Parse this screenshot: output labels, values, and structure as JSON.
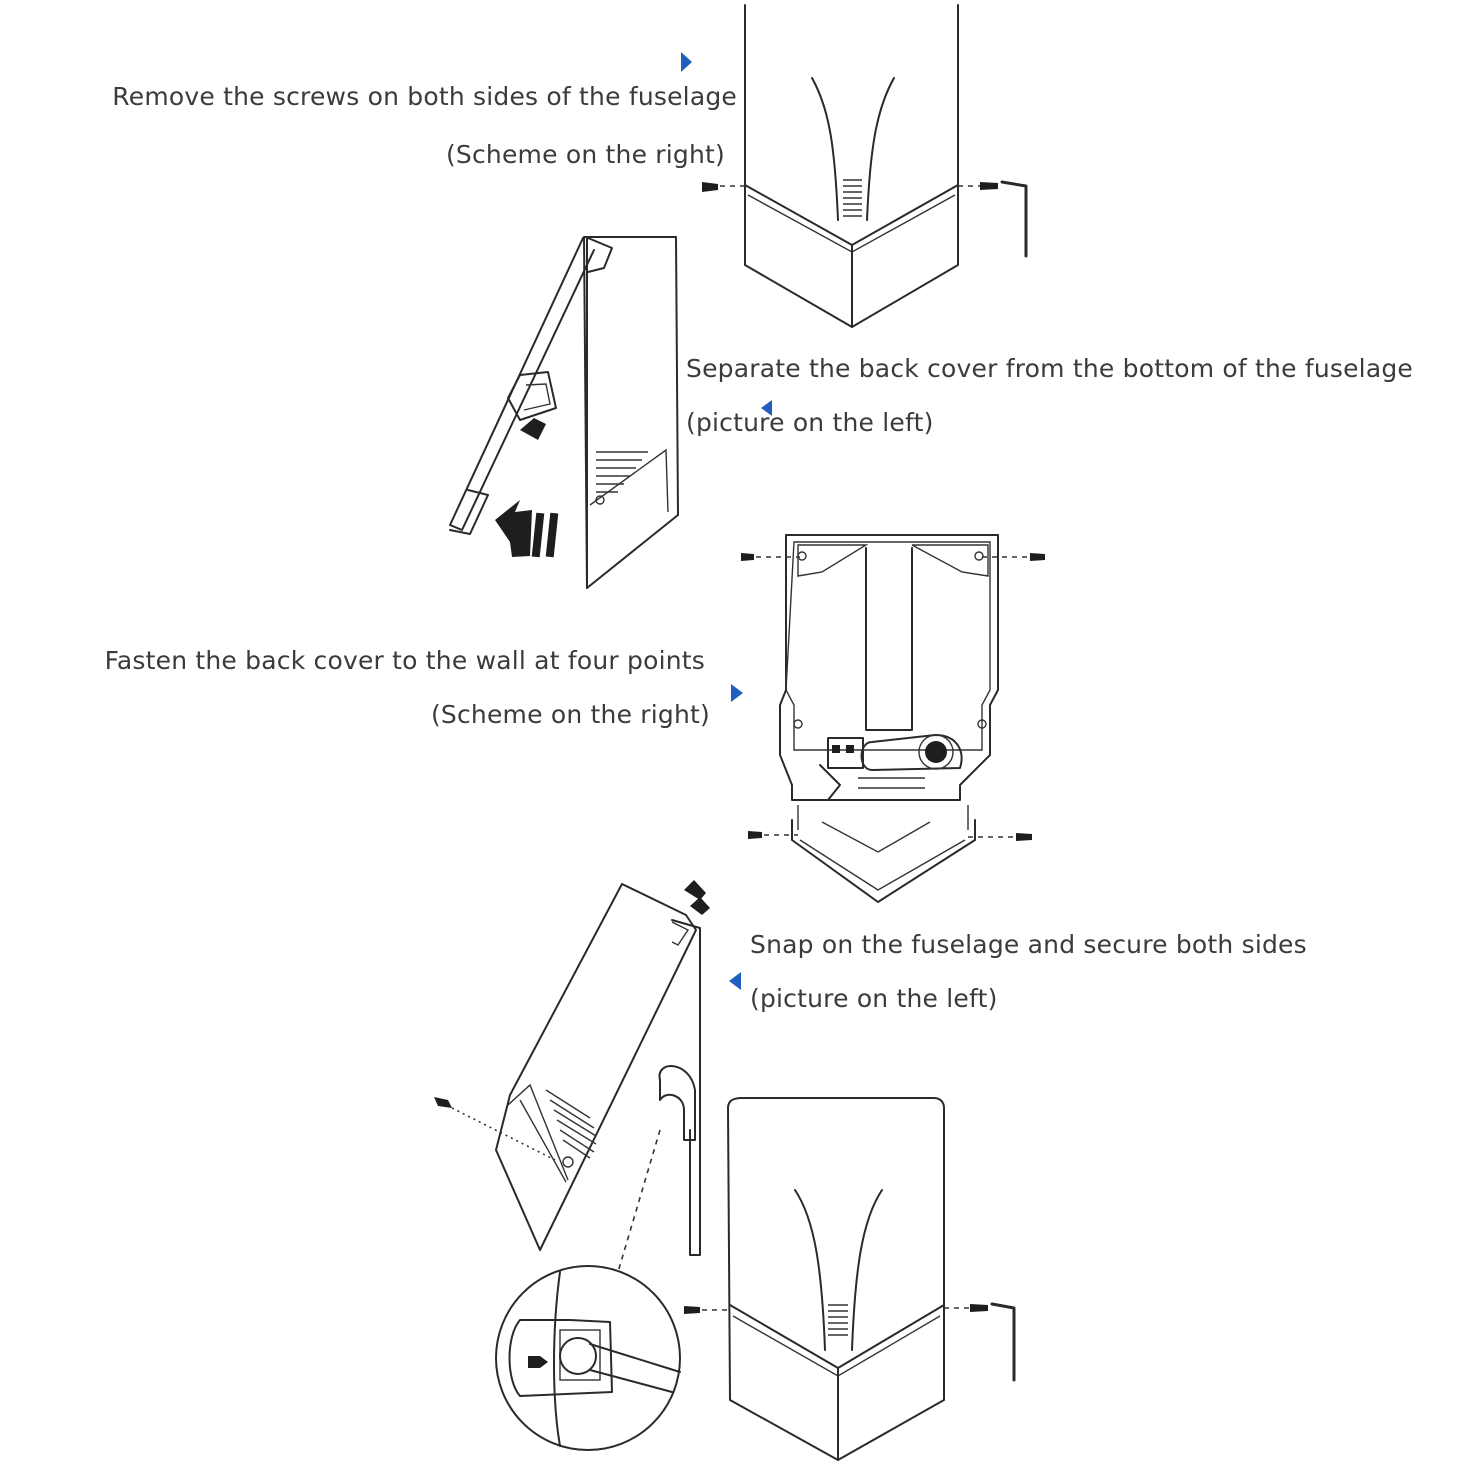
{
  "steps": [
    {
      "line1": "Remove the screws on both sides of the fuselage",
      "line2": "(Scheme on the right)"
    },
    {
      "line1": "Separate the back cover from the bottom of the fuselage",
      "line2": "(picture on the left)"
    },
    {
      "line1": "Fasten the back cover to the wall at four points",
      "line2": "(Scheme on the right)"
    },
    {
      "line1": "Snap on the fuselage and secure both sides",
      "line2": "(picture on the left)"
    }
  ],
  "colors": {
    "text": "#3b3b3b",
    "accent": "#1f5fbf",
    "line": "#2a2a2a"
  },
  "icons": [
    "pointer-right-icon",
    "pointer-left-icon",
    "screw-icon",
    "allen-key-icon",
    "push-arrow-icon"
  ]
}
